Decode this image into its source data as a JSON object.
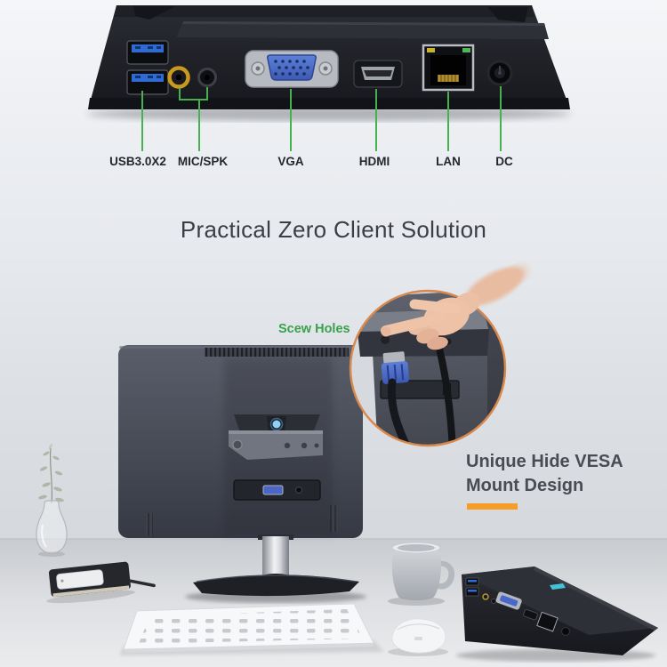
{
  "ports_panel": {
    "labels": [
      "USB3.0X2",
      "MIC/SPK",
      "VGA",
      "HDMI",
      "LAN",
      "DC"
    ]
  },
  "headline": "Practical Zero Client Solution",
  "vesa_inset": {
    "label": "Scew Holes"
  },
  "feature": {
    "line1": "Unique Hide VESA",
    "line2": "Mount Design"
  },
  "colors": {
    "pointer_green": "#45b24d",
    "port_label_text": "#26272c",
    "headline_text": "#3c3d45",
    "inset_label_green": "#3aa14b",
    "feature_text": "#4b4c53",
    "accent_orange": "#f59d28",
    "inset_ring_orange": "#d8894e"
  }
}
